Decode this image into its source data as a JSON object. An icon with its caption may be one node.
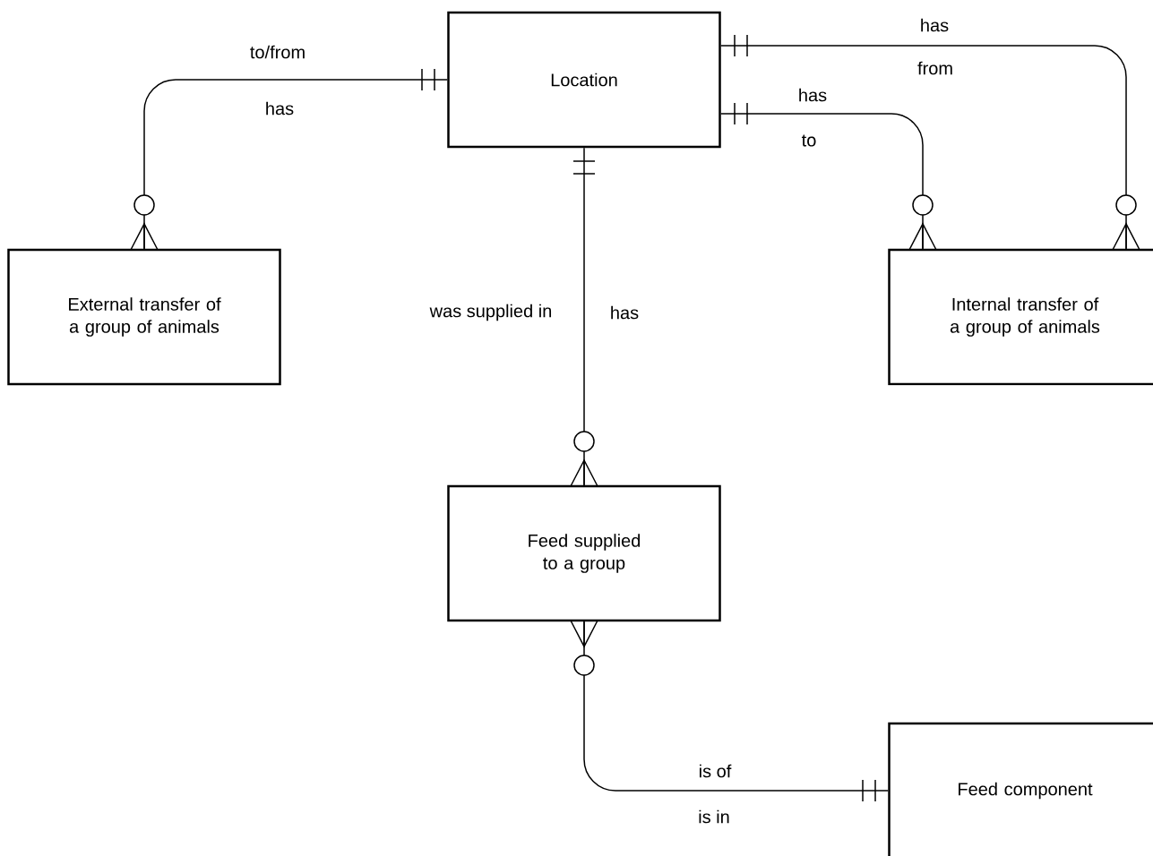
{
  "diagram": {
    "nodes": [
      {
        "text": [
          "Location"
        ]
      },
      {
        "text": [
          "External transfer of a group of animals"
        ]
      },
      {
        "text": [
          "Internal transfer of a group of animals"
        ]
      },
      {
        "text": [
          "Feed supplied to a group"
        ]
      },
      {
        "text": [
          "Feed component"
        ]
      }
    ],
    "edges": [
      {
        "from": 1,
        "to": 0,
        "arrow": "other",
        "label": "to/from"
      },
      {
        "from": 2,
        "to": 0,
        "arrow": "other",
        "label": "has"
      },
      {
        "from": 2,
        "to": 0,
        "arrow": "other",
        "label": "has"
      },
      {
        "from": 3,
        "to": 0,
        "arrow": "other",
        "label": "was supplied in"
      },
      {
        "from": 3,
        "to": 4,
        "arrow": "other",
        "label": "is of"
      }
    ],
    "labels": [
      "from",
      "has",
      "to",
      "has",
      "is in"
    ]
  }
}
